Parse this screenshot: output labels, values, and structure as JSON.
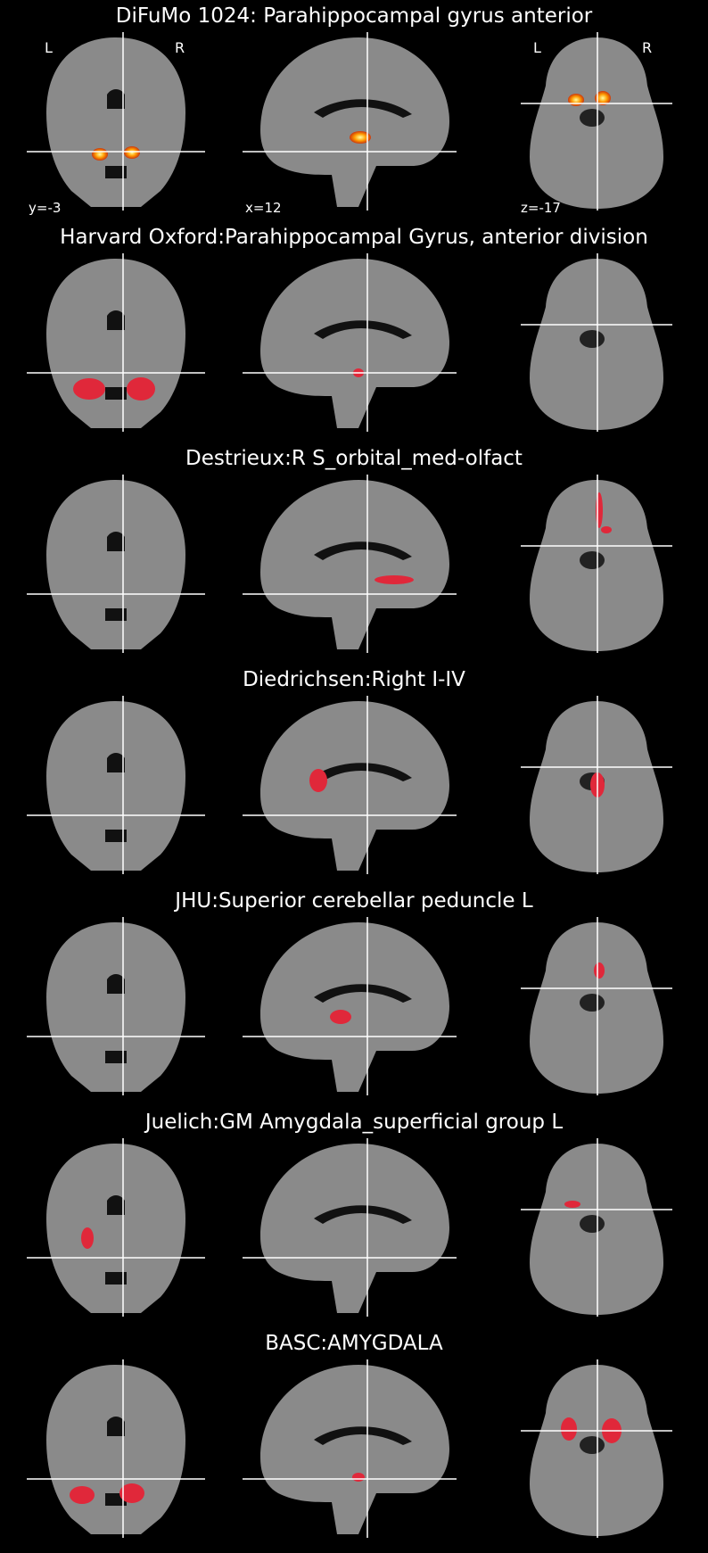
{
  "panels": [
    {
      "title": "DiFuMo 1024: Parahippocampal gyrus anterior",
      "overlay": "heat"
    },
    {
      "title": "Harvard Oxford:Parahippocampal Gyrus, anterior division",
      "overlay": "red"
    },
    {
      "title": "Destrieux:R S_orbital_med-olfact",
      "overlay": "red"
    },
    {
      "title": "Diedrichsen:Right I-IV",
      "overlay": "red"
    },
    {
      "title": "JHU:Superior cerebellar peduncle L",
      "overlay": "red"
    },
    {
      "title": "Juelich:GM Amygdala_superficial group L",
      "overlay": "red"
    },
    {
      "title": "BASC:AMYGDALA",
      "overlay": "red"
    }
  ],
  "labels": {
    "left": "L",
    "right": "R",
    "coord_y": "y=-3",
    "coord_x": "x=12",
    "coord_z": "z=-17"
  },
  "colors": {
    "background": "#000000",
    "brain": "#8a8a8a",
    "crosshair": "#ffffff",
    "atlas_red": "#e0283a",
    "heat_core": "#ffffa0",
    "heat_edge": "#d23200"
  }
}
